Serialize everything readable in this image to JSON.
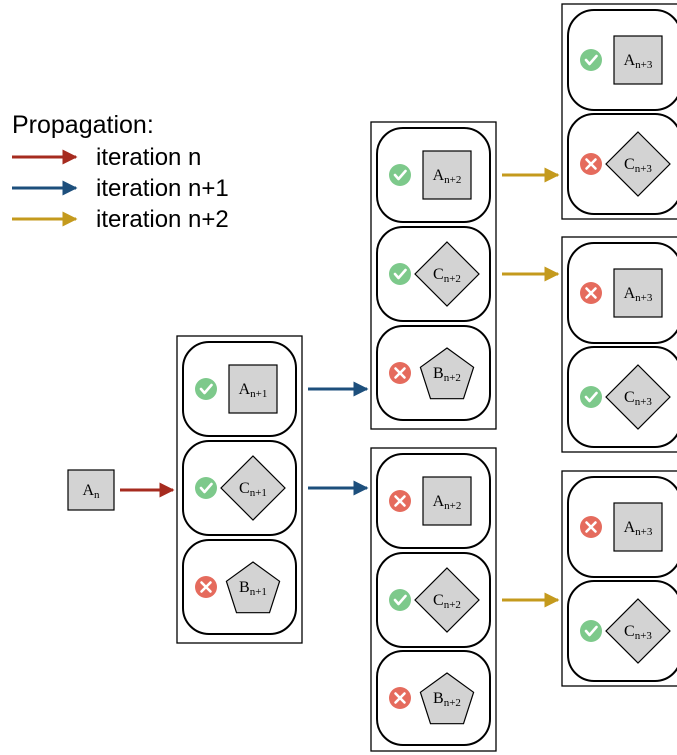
{
  "legend": {
    "title": "Propagation:",
    "items": [
      {
        "label": "iteration n",
        "color": "#a62b1f"
      },
      {
        "label": "iteration n+1",
        "color": "#1d4f7c"
      },
      {
        "label": "iteration n+2",
        "color": "#c49a1d"
      }
    ]
  },
  "status_colors": {
    "valid": "#7dc98b",
    "invalid": "#e56b5d"
  },
  "root": {
    "base": "A",
    "sub": "n",
    "shape": "square"
  },
  "groups": [
    {
      "id": "g1",
      "slots": [
        {
          "status": "valid",
          "shape": "square",
          "base": "A",
          "sub": "n+1"
        },
        {
          "status": "valid",
          "shape": "diamond",
          "base": "C",
          "sub": "n+1"
        },
        {
          "status": "invalid",
          "shape": "pentagon",
          "base": "B",
          "sub": "n+1"
        }
      ]
    },
    {
      "id": "g2a",
      "slots": [
        {
          "status": "valid",
          "shape": "square",
          "base": "A",
          "sub": "n+2"
        },
        {
          "status": "valid",
          "shape": "diamond",
          "base": "C",
          "sub": "n+2"
        },
        {
          "status": "invalid",
          "shape": "pentagon",
          "base": "B",
          "sub": "n+2"
        }
      ]
    },
    {
      "id": "g2b",
      "slots": [
        {
          "status": "invalid",
          "shape": "square",
          "base": "A",
          "sub": "n+2"
        },
        {
          "status": "valid",
          "shape": "diamond",
          "base": "C",
          "sub": "n+2"
        },
        {
          "status": "invalid",
          "shape": "pentagon",
          "base": "B",
          "sub": "n+2"
        }
      ]
    },
    {
      "id": "g3a",
      "slots": [
        {
          "status": "valid",
          "shape": "square",
          "base": "A",
          "sub": "n+3"
        },
        {
          "status": "invalid",
          "shape": "diamond",
          "base": "C",
          "sub": "n+3"
        }
      ]
    },
    {
      "id": "g3b",
      "slots": [
        {
          "status": "invalid",
          "shape": "square",
          "base": "A",
          "sub": "n+3"
        },
        {
          "status": "valid",
          "shape": "diamond",
          "base": "C",
          "sub": "n+3"
        }
      ]
    },
    {
      "id": "g3c",
      "slots": [
        {
          "status": "invalid",
          "shape": "square",
          "base": "A",
          "sub": "n+3"
        },
        {
          "status": "valid",
          "shape": "diamond",
          "base": "C",
          "sub": "n+3"
        }
      ]
    }
  ],
  "edges": [
    {
      "from": "root",
      "to": "g1",
      "iteration": 0
    },
    {
      "from": "g1.0",
      "to": "g2a",
      "iteration": 1
    },
    {
      "from": "g1.1",
      "to": "g2b",
      "iteration": 1
    },
    {
      "from": "g2a.0",
      "to": "g3a",
      "iteration": 2
    },
    {
      "from": "g2a.1",
      "to": "g3b",
      "iteration": 2
    },
    {
      "from": "g2b.1",
      "to": "g3c",
      "iteration": 2
    }
  ]
}
